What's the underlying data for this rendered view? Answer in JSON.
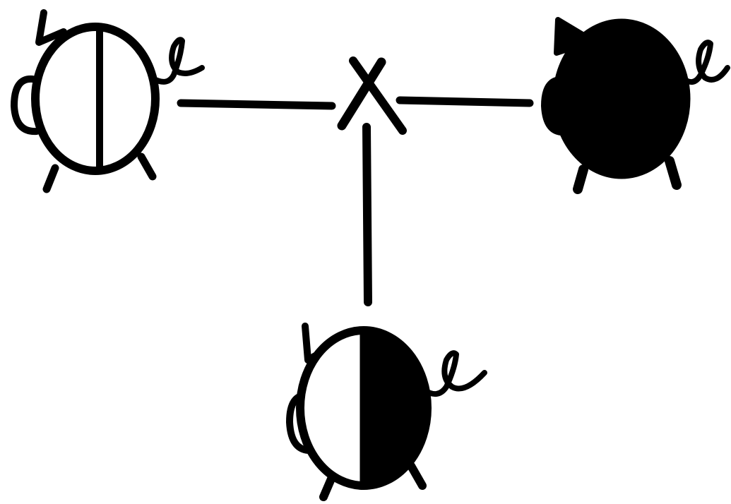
{
  "diagram": {
    "type": "genetic-cross",
    "colors": {
      "ink": "#000000",
      "paper": "#ffffff"
    },
    "parents": [
      {
        "id": "parent-left",
        "icon": "pig-icon",
        "fill": "half-split-white"
      },
      {
        "id": "parent-right",
        "icon": "pig-icon",
        "fill": "solid-black"
      }
    ],
    "cross_symbol": {
      "icon": "cross-x-icon"
    },
    "offspring": [
      {
        "id": "offspring",
        "icon": "pig-icon",
        "fill": "half-white-half-black"
      }
    ]
  }
}
